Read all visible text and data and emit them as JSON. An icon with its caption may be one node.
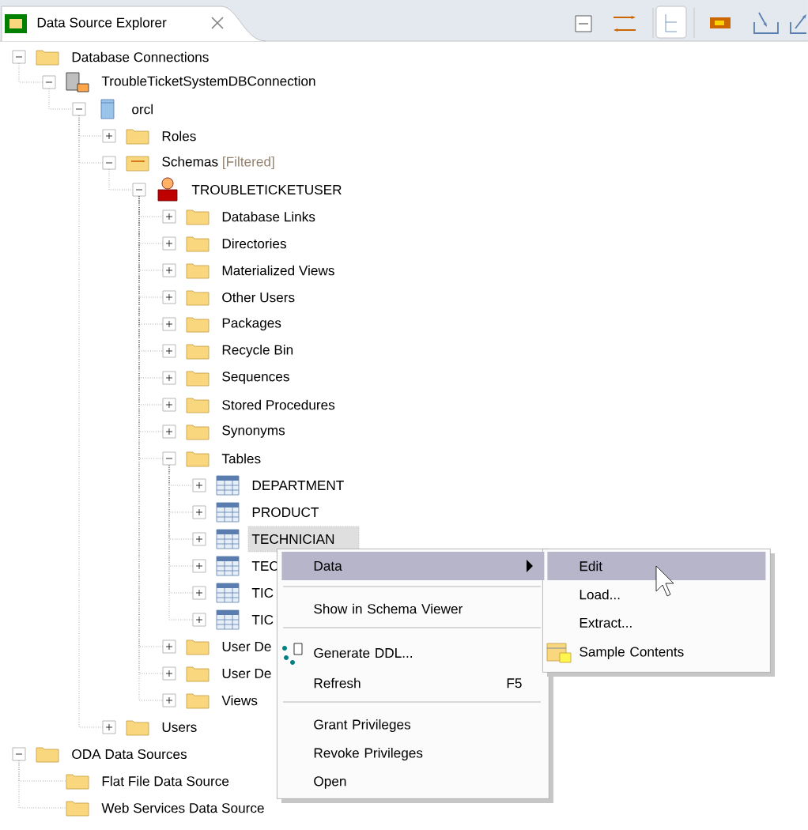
{
  "diagram": {
    "title": "Data Source Explorer",
    "nodes": [
      {
        "text": [
          "Database Connections"
        ]
      },
      {
        "text": [
          "TroubleTicketSystemDBConnection"
        ]
      },
      {
        "text": [
          "orcl"
        ]
      },
      {
        "text": [
          "Roles"
        ]
      },
      {
        "text": [
          "Schemas",
          "[Filtered]"
        ]
      },
      {
        "text": [
          "TROUBLETICKETUSER"
        ]
      },
      {
        "text": [
          "Database Links"
        ]
      },
      {
        "text": [
          "Directories"
        ]
      },
      {
        "text": [
          "Materialized Views"
        ]
      },
      {
        "text": [
          "Other Users"
        ]
      },
      {
        "text": [
          "Packages"
        ]
      },
      {
        "text": [
          "Recycle Bin"
        ]
      },
      {
        "text": [
          "Sequences"
        ]
      },
      {
        "text": [
          "Stored Procedures"
        ]
      },
      {
        "text": [
          "Synonyms"
        ]
      },
      {
        "text": [
          "Tables"
        ]
      },
      {
        "text": [
          "DEPARTMENT"
        ]
      },
      {
        "text": [
          "PRODUCT"
        ]
      },
      {
        "text": [
          "TECHNICIAN"
        ]
      },
      {
        "text": [
          "TEC"
        ]
      },
      {
        "text": [
          "TIC"
        ]
      },
      {
        "text": [
          "TIC"
        ]
      },
      {
        "text": [
          "User De"
        ]
      },
      {
        "text": [
          "User De"
        ]
      },
      {
        "text": [
          "Views"
        ]
      },
      {
        "text": [
          "Users"
        ]
      },
      {
        "text": [
          "ODA Data Sources"
        ]
      },
      {
        "text": [
          "Flat File Data Source"
        ]
      },
      {
        "text": [
          "Web Services Data Source"
        ]
      },
      {
        "text": [],
        "shape": "box"
      },
      {
        "text": [
          "Data"
        ],
        "in": 29
      },
      {
        "text": [
          "Show in Schema Viewer"
        ],
        "in": 29
      },
      {
        "text": [
          "Generate DDL..."
        ],
        "in": 29
      },
      {
        "text": [
          "Refresh",
          "F5"
        ],
        "in": 29
      },
      {
        "text": [
          "Grant Privileges"
        ],
        "in": 29
      },
      {
        "text": [
          "Revoke Privileges"
        ],
        "in": 29
      },
      {
        "text": [
          "Open"
        ],
        "in": 29
      },
      {
        "text": [],
        "shape": "box"
      },
      {
        "text": [
          "Edit"
        ],
        "in": 37
      },
      {
        "text": [
          "Load..."
        ],
        "in": 37
      },
      {
        "text": [
          "Extract..."
        ],
        "in": 37
      },
      {
        "text": [
          "Sample Contents"
        ],
        "in": 37
      }
    ],
    "edges": [
      {
        "from": 0,
        "to": 1,
        "arrow": "none",
        "style": "dashed"
      },
      {
        "from": 1,
        "to": 2,
        "arrow": "none",
        "style": "dashed"
      },
      {
        "from": 2,
        "to": 3,
        "arrow": "none",
        "style": "dashed"
      },
      {
        "from": 2,
        "to": 4,
        "arrow": "none",
        "style": "dashed"
      },
      {
        "from": 4,
        "to": 5,
        "arrow": "none",
        "style": "dashed"
      },
      {
        "from": 5,
        "to": 6,
        "arrow": "none",
        "style": "dashed"
      },
      {
        "from": 5,
        "to": 7,
        "arrow": "none",
        "style": "dashed"
      },
      {
        "from": 5,
        "to": 8,
        "arrow": "none",
        "style": "dashed"
      },
      {
        "from": 5,
        "to": 9,
        "arrow": "none",
        "style": "dashed"
      },
      {
        "from": 5,
        "to": 10,
        "arrow": "none",
        "style": "dashed"
      },
      {
        "from": 5,
        "to": 11,
        "arrow": "none",
        "style": "dashed"
      },
      {
        "from": 5,
        "to": 12,
        "arrow": "none",
        "style": "dashed"
      },
      {
        "from": 5,
        "to": 13,
        "arrow": "none",
        "style": "dashed"
      },
      {
        "from": 5,
        "to": 14,
        "arrow": "none",
        "style": "dashed"
      },
      {
        "from": 5,
        "to": 15,
        "arrow": "none",
        "style": "dashed"
      },
      {
        "from": 15,
        "to": 16,
        "arrow": "none",
        "style": "dashed"
      },
      {
        "from": 15,
        "to": 17,
        "arrow": "none",
        "style": "dashed"
      },
      {
        "from": 15,
        "to": 18,
        "arrow": "none",
        "style": "dashed"
      },
      {
        "from": 15,
        "to": 19,
        "arrow": "none",
        "style": "dashed"
      },
      {
        "from": 15,
        "to": 20,
        "arrow": "none",
        "style": "dashed"
      },
      {
        "from": 15,
        "to": 21,
        "arrow": "none",
        "style": "dashed"
      },
      {
        "from": 5,
        "to": 22,
        "arrow": "none",
        "style": "dashed"
      },
      {
        "from": 5,
        "to": 23,
        "arrow": "none",
        "style": "dashed"
      },
      {
        "from": 5,
        "to": 24,
        "arrow": "none",
        "style": "dashed"
      },
      {
        "from": 2,
        "to": 25,
        "arrow": "none",
        "style": "dashed"
      },
      {
        "from": 26,
        "to": 27,
        "arrow": "none",
        "style": "dashed"
      },
      {
        "from": 26,
        "to": 28,
        "arrow": "none",
        "style": "dashed"
      }
    ]
  }
}
